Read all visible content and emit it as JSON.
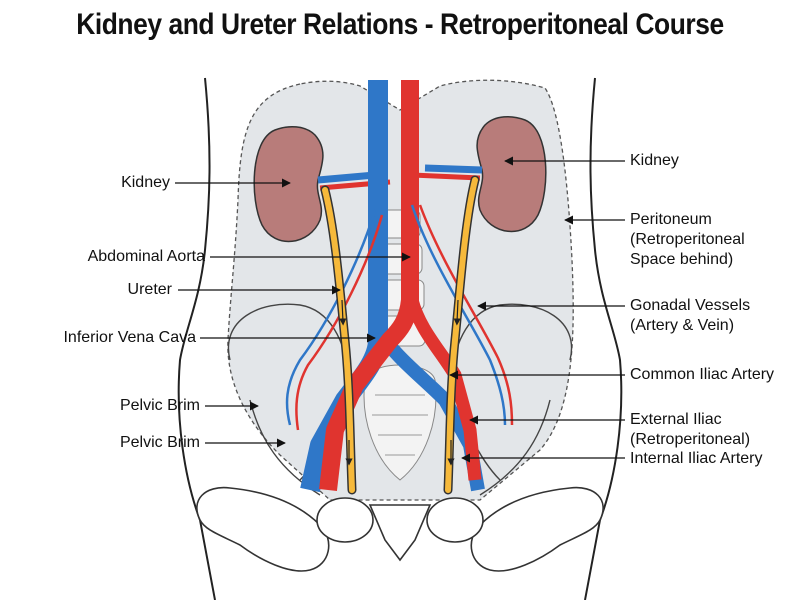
{
  "title": "Kidney and Ureter Relations - Retroperitoneal Course",
  "labels": {
    "kidney_left": "Kidney",
    "abdominal_aorta": "Abdominal Aorta",
    "ureter": "Ureter",
    "ivc": "Inferior Vena Cava",
    "pelvic_brim_1": "Pelvic Brim",
    "pelvic_brim_2": "Pelvic Brim",
    "kidney_right": "Kidney",
    "peritoneum_1": "Peritoneum",
    "peritoneum_2": "(Retroperitoneal",
    "peritoneum_3": "Space behind)",
    "gonadal_1": "Gonadal Vessels",
    "gonadal_2": "(Artery & Vein)",
    "common_iliac": "Common Iliac Artery",
    "external_iliac_1": "External Iliac",
    "external_iliac_2": "(Retroperitoneal)",
    "internal_iliac": "Internal Iliac Artery"
  },
  "colors": {
    "artery": "#e0342f",
    "vein": "#2f77c8",
    "ureter": "#f6b93b",
    "kidney": "#b87c7a",
    "peritoneum_fill": "#e3e6e9",
    "outline": "#222222"
  }
}
